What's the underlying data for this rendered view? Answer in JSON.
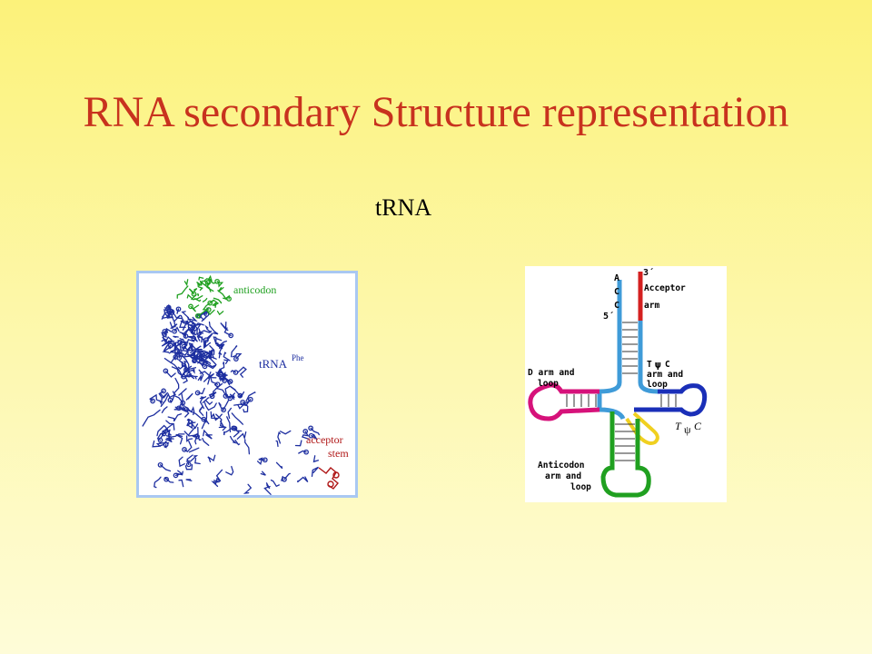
{
  "title": "RNA secondary Structure representation",
  "subtitle": "tRNA",
  "colors": {
    "title": "#C8321E",
    "backbone": "#1E2FA0",
    "anticodon": "#1FA01F",
    "acceptor_stem": "#B01818",
    "d_arm": "#D6127A",
    "t_arm": "#1A2FB8",
    "acceptor_arm": "#D42020",
    "acceptor_5prime": "#3F9BD8",
    "anticodon_arm": "#20A020",
    "variable_loop": "#F0D020"
  },
  "structure_3d": {
    "label_anticodon": "anticodon",
    "label_trna": "tRNA",
    "label_trna_sup": "Phe",
    "label_acceptor_1": "acceptor",
    "label_acceptor_2": "stem"
  },
  "cloverleaf": {
    "nt_a": "A",
    "nt_c1": "C",
    "nt_c2": "C",
    "end_3prime": "3´",
    "end_5prime": "5´",
    "acceptor_arm_1": "Acceptor",
    "acceptor_arm_2": "arm",
    "d_arm_1": "D arm and",
    "d_arm_2": "loop",
    "t_arm_1": "T",
    "t_arm_psi": "ψ",
    "t_arm_c": "C",
    "t_arm_2": "arm and",
    "t_arm_3": "loop",
    "t_loop_t": "T",
    "t_loop_psi": "ψ",
    "t_loop_c": "C",
    "anticodon_1": "Anticodon",
    "anticodon_2": "arm and",
    "anticodon_3": "loop"
  }
}
